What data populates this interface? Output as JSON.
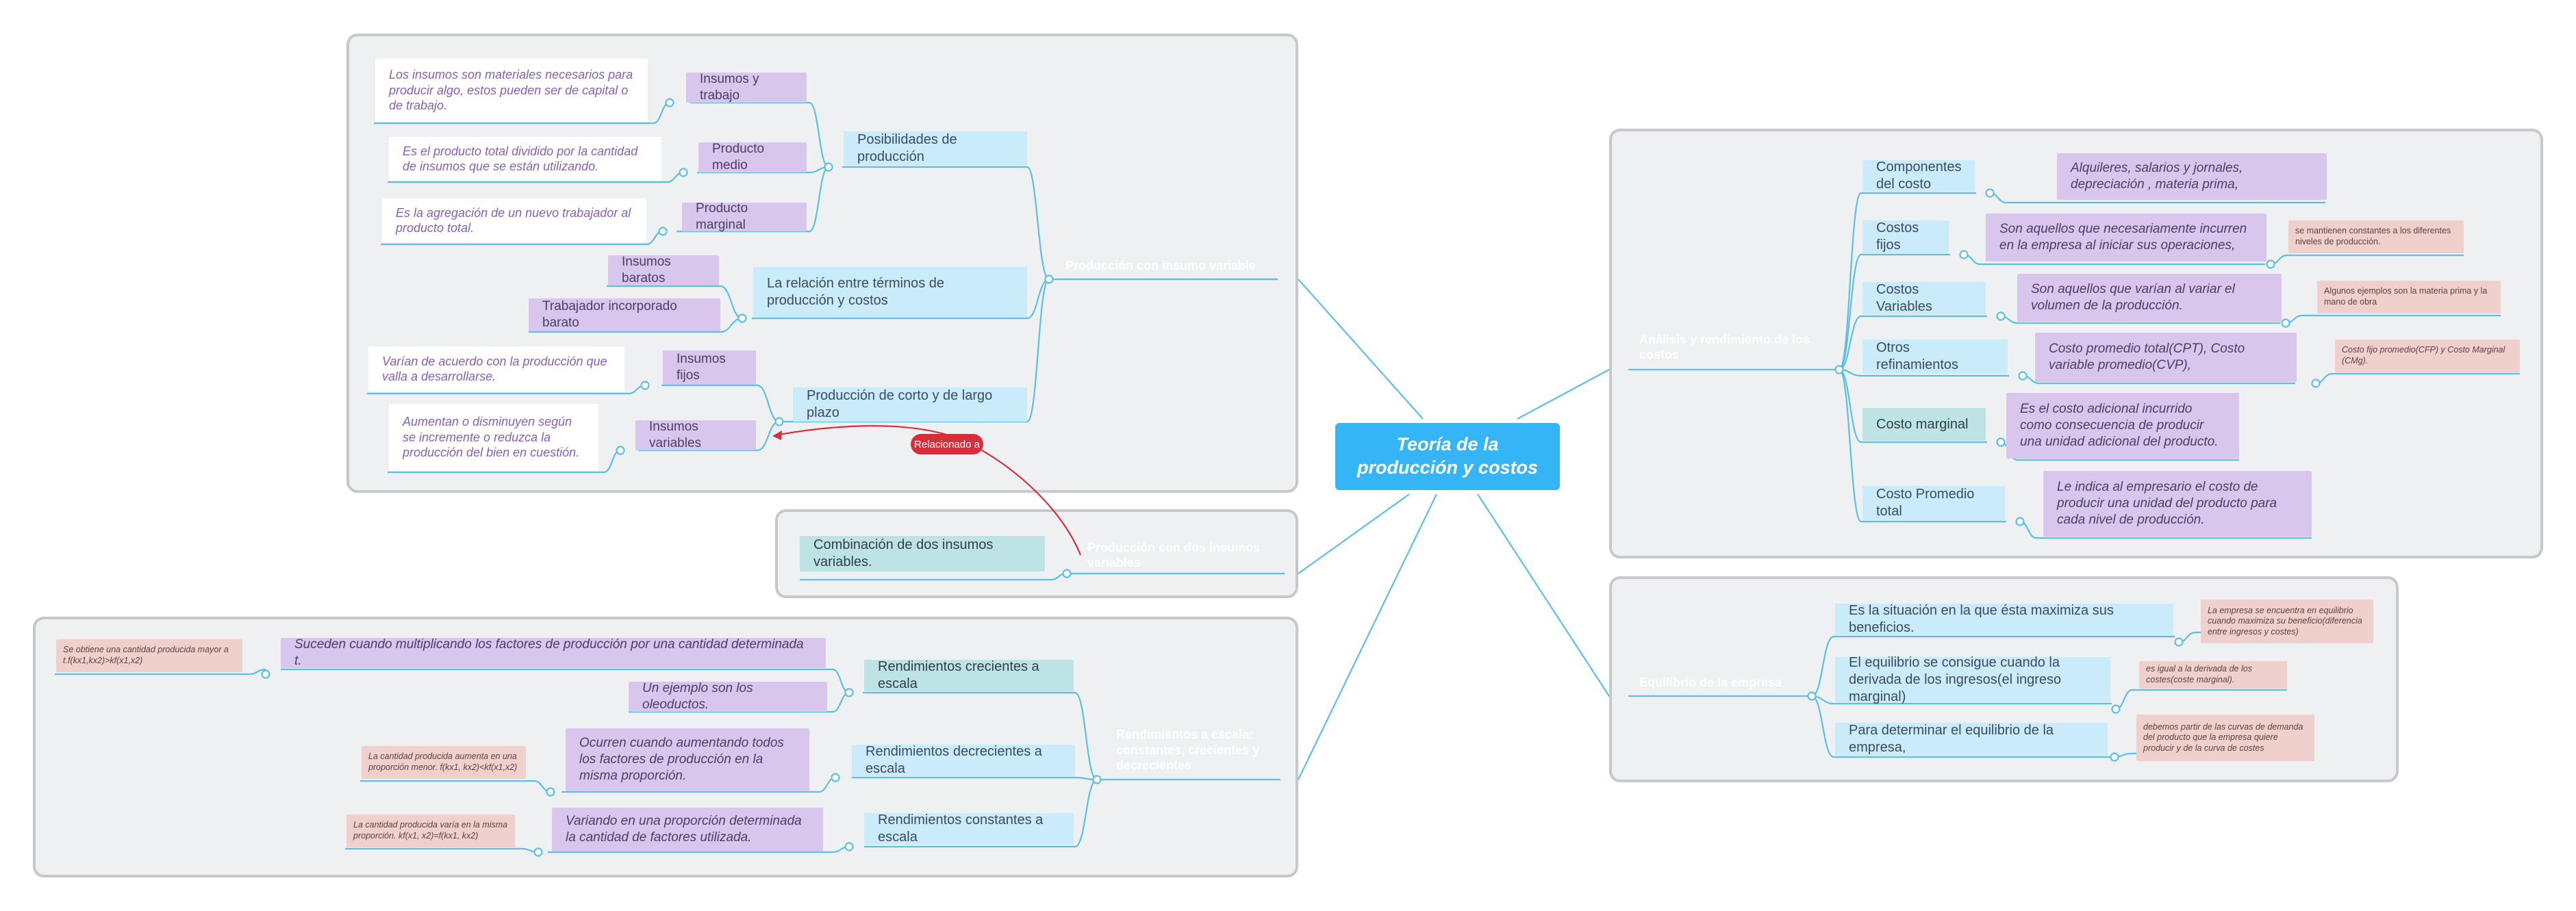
{
  "central": "Teoría de la producción y costos",
  "branches": {
    "variable": "Producción con insumo variable",
    "dos": "Producción con dos insumos variables",
    "rend": "Rendimientos a escala: constantes, crecientes y decrecientes",
    "analisis": "Análisis y rendimiento de los costos",
    "equilibrio": "Equilibrio de la empresa"
  },
  "variable": {
    "posibilidades": "Posibilidades de producción",
    "insumos_trabajo": "Insumos y trabajo",
    "insumos_trabajo_note": "Los insumos son materiales necesarios para producir algo, estos pueden ser de capital o de trabajo.",
    "producto_medio": "Producto medio",
    "producto_medio_note": "Es el producto total dividido por la cantidad de insumos que se están utilizando.",
    "producto_marginal": "Producto marginal",
    "producto_marginal_note": "Es la agregación de un nuevo trabajador al producto total.",
    "relacion": "La relación entre términos de producción y costos",
    "insumos_baratos": "Insumos baratos",
    "trabajador_barato": "Trabajador incorporado barato",
    "corto_largo": "Producción de corto y de largo plazo",
    "insumos_fijos": "Insumos fijos",
    "insumos_fijos_note": "Varían de acuerdo con la producción que valla a desarrollarse.",
    "insumos_variables": "Insumos variables",
    "insumos_variables_note": "Aumentan o disminuyen según se incremente o reduzca la producción del bien en cuestión."
  },
  "dos": {
    "combinacion": "Combinación de dos insumos variables."
  },
  "relationship": {
    "label": "Relacionado a",
    "color": "#d72e3c"
  },
  "rend": {
    "crecientes": "Rendimientos crecientes a escala",
    "crecientes_desc": "Suceden cuando multiplicando los factores de producción por una cantidad determinada t.",
    "crecientes_note": "Se obtiene una cantidad producida mayor a t.f(kx1,kx2)>kf(x1,x2)",
    "ejemplo": "Un ejemplo son los oleoductos.",
    "decrecientes": "Rendimientos decrecientes a escala",
    "decrecientes_desc": "Ocurren cuando aumentando todos los factores de producción en la misma proporción.",
    "decrecientes_note": "La cantidad producida aumenta en una proporción menor. f(kx1, kx2)<kf(x1,x2)",
    "constantes": "Rendimientos constantes a escala",
    "constantes_desc": "Variando en una proporción determinada la cantidad de factores utilizada.",
    "constantes_note": "La cantidad producida varía en la misma proporción. kf(x1, x2)=f(kx1, kx2)"
  },
  "analisis": {
    "componentes": "Componentes del costo",
    "componentes_desc": "Alquileres, salarios y jornales, depreciación , materia prima,",
    "fijos": "Costos fijos",
    "fijos_desc": "Son aquellos que necesariamente incurren en la empresa al iniciar sus operaciones,",
    "fijos_note": "se mantienen constantes a los diferentes niveles de producción.",
    "variables": "Costos Variables",
    "variables_desc": "Son aquellos que varían al variar el volumen de la producción.",
    "variables_note": "Algunos ejemplos son la materia prima y la mano de obra",
    "otros": "Otros refinamientos",
    "otros_desc": "Costo promedio total(CPT), Costo variable promedio(CVP),",
    "otros_note": "Costo fijo promedio(CFP) y Costo Marginal (CMg).",
    "marginal": "Costo marginal",
    "marginal_desc": "Es el costo adicional incurrido como consecuencia de producir una unidad adicional del producto.",
    "promedio": "Costo Promedio total",
    "promedio_desc": "Le indica al empresario el costo de producir una unidad del producto para cada nivel de producción."
  },
  "equilibrio": {
    "situacion": "Es la situación en la que ésta maximiza sus beneficios.",
    "situacion_note": "La empresa se encuentra en equilibrio cuando maximiza su beneficio(diferencia entre ingresos y costes)",
    "consigue": "El equilibrio se consigue cuando la derivada de los ingresos(el ingreso marginal)",
    "consigue_note": "es igual a la derivada de los costes(coste marginal).",
    "determinar": "Para determinar el equilibrio de la empresa,",
    "determinar_note": "debemos partir de las curvas de demanda del producto que la empresa quiere producir y de la curva de costes"
  },
  "colors": {
    "central": "#35b5f5",
    "connector": "#5bbfe6",
    "group_bg": "#eff0f2",
    "group_border": "#c7c8cb",
    "concept": "#d8c6ed",
    "sub_blue": "#c9ebfa",
    "sub_green": "#bde3e4",
    "note_pink": "#efd0cd"
  }
}
